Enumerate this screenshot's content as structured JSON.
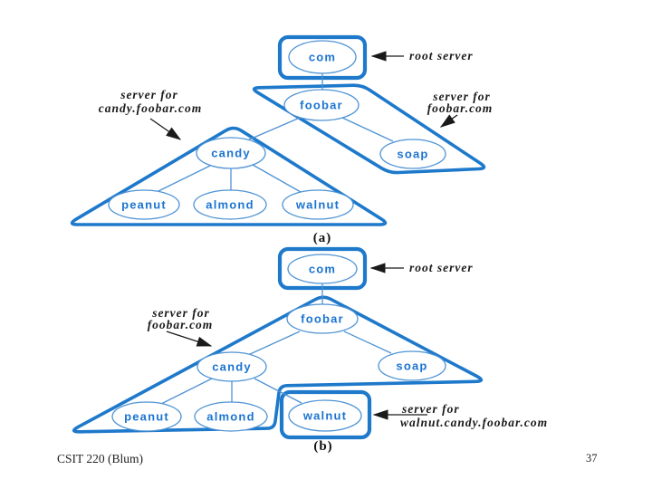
{
  "slide": {
    "footer_left": "CSIT 220 (Blum)",
    "page_number": "37"
  },
  "colors": {
    "zone_stroke": "#1E79CB",
    "node_outline": "#4E93D4",
    "node_text": "#1B74D0",
    "annotation_text": "#1A1A1A",
    "background": "#FFFFFF"
  },
  "diagram_a": {
    "caption": "(a)",
    "nodes": {
      "com": "com",
      "foobar": "foobar",
      "candy": "candy",
      "soap": "soap",
      "peanut": "peanut",
      "almond": "almond",
      "walnut": "walnut"
    },
    "edges": [
      [
        "com",
        "foobar"
      ],
      [
        "foobar",
        "candy"
      ],
      [
        "foobar",
        "soap"
      ],
      [
        "candy",
        "peanut"
      ],
      [
        "candy",
        "almond"
      ],
      [
        "candy",
        "walnut"
      ]
    ],
    "labels": {
      "root_server": "root server",
      "candy_server_line1": "server for",
      "candy_server_line2": "candy.foobar.com",
      "foobar_server_line1": "server for",
      "foobar_server_line2": "foobar.com"
    }
  },
  "diagram_b": {
    "caption": "(b)",
    "nodes": {
      "com": "com",
      "foobar": "foobar",
      "candy": "candy",
      "soap": "soap",
      "peanut": "peanut",
      "almond": "almond",
      "walnut": "walnut"
    },
    "edges": [
      [
        "com",
        "foobar"
      ],
      [
        "foobar",
        "candy"
      ],
      [
        "foobar",
        "soap"
      ],
      [
        "candy",
        "peanut"
      ],
      [
        "candy",
        "almond"
      ],
      [
        "candy",
        "walnut"
      ]
    ],
    "labels": {
      "root_server": "root server",
      "foobar_server_line1": "server for",
      "foobar_server_line2": "foobar.com",
      "walnut_server_line1": "server for",
      "walnut_server_line2": "walnut.candy.foobar.com"
    }
  }
}
